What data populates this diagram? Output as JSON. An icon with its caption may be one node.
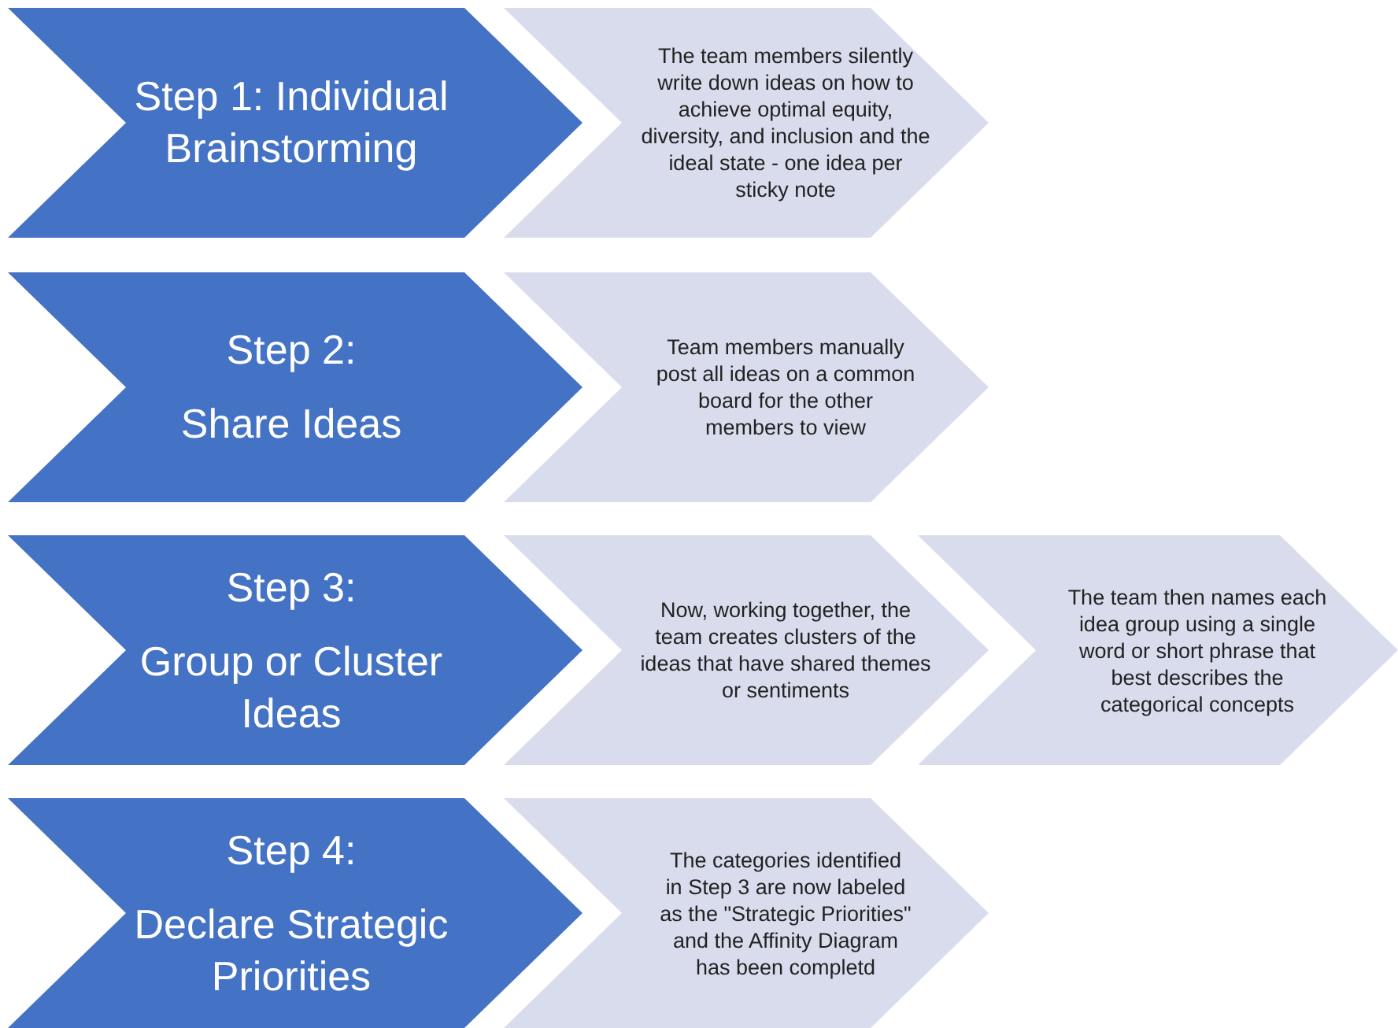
{
  "diagram": {
    "nodes": [
      {
        "text": [
          "Step 1: Individual Brainstorming"
        ]
      },
      {
        "text": [
          "The team members silently write down ideas on how to achieve optimal equity, diversity, and inclusion and the ideal state - one idea per sticky note"
        ]
      },
      {
        "text": [
          "Step 2:",
          "Share Ideas"
        ]
      },
      {
        "text": [
          "Team members manually post all ideas on a common board for the other members to view"
        ]
      },
      {
        "text": [
          "Step 3:",
          "Group or Cluster Ideas"
        ]
      },
      {
        "text": [
          "Now, working together, the team creates clusters of the ideas that have shared themes or sentiments"
        ]
      },
      {
        "text": [
          "The team then names each idea group using a single word or short phrase that best describes the categorical concepts"
        ]
      },
      {
        "text": [
          "Step 4:",
          "Declare Strategic Priorities"
        ]
      },
      {
        "text": [
          "The categories identified in Step 3 are now labeled as the \"Strategic Priorities\" and the Affinity Diagram has been completd"
        ]
      }
    ]
  }
}
